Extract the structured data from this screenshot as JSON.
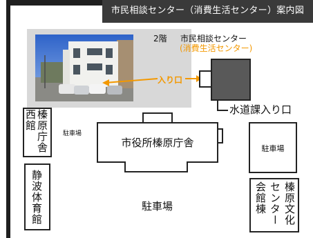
{
  "header": {
    "title": "市民相談センター（消費生活センター）案内図"
  },
  "photo": {
    "icon": "building-photo-icon"
  },
  "consultation_center": {
    "floor": "2階",
    "name": "市民相談センター",
    "subname": "(消費生活センター)",
    "entrance_label": "入り口",
    "label_color": "#f39800"
  },
  "water_dept": {
    "label": "水道課入り口"
  },
  "city_hall": {
    "label": "市役所榛原庁舎"
  },
  "west_building": {
    "col1": "西館",
    "col2": "榛原庁舎"
  },
  "parking_small": {
    "label": "駐車場"
  },
  "gym": {
    "label": "静波体育館"
  },
  "east_parking": {
    "label": "駐車場"
  },
  "culture_center": {
    "col1": "榛原文化",
    "col2": "センター",
    "col3": "会館棟"
  },
  "main_parking": {
    "label": "駐車場"
  }
}
